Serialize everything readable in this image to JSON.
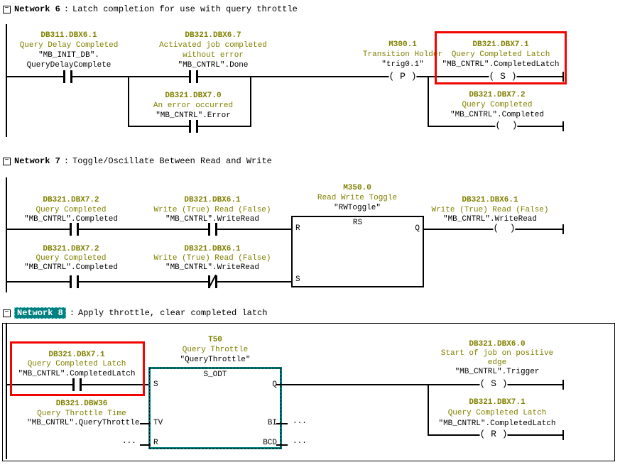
{
  "icons": {
    "collapse_minus": "−"
  },
  "colors": {
    "operand_olive": "#808000",
    "selection_teal": "#008080",
    "highlight_red": "#F20400",
    "wire_black": "#000000"
  },
  "networks": {
    "n6": {
      "header": {
        "name": "Network 6",
        "sep": ":",
        "desc": "Latch completion for use with query throttle"
      },
      "delay": {
        "addr": "DB311.DBX6.1",
        "comment": "Query Delay Completed",
        "sym1": "\"MB_INIT_DB\".",
        "sym2": "QueryDelayComplete"
      },
      "done": {
        "addr": "DB321.DBX6.7",
        "comment1": "Activated job completed",
        "comment2": "without error",
        "sym": "\"MB_CNTRL\".Done"
      },
      "error": {
        "addr": "DB321.DBX7.0",
        "comment": "An error occurred",
        "sym": "\"MB_CNTRL\".Error"
      },
      "trans": {
        "addr": "M300.1",
        "comment": "Transition Holder",
        "sym": "\"trig0.1\"",
        "coil": "( P )"
      },
      "latch": {
        "addr": "DB321.DBX7.1",
        "comment": "Query Completed Latch",
        "sym": "\"MB_CNTRL\".CompletedLatch",
        "coil": "( S )"
      },
      "completed": {
        "addr": "DB321.DBX7.2",
        "comment": "Query Completed",
        "sym": "\"MB_CNTRL\".Completed",
        "coil": "(  )"
      }
    },
    "n7": {
      "header": {
        "name": "Network 7",
        "sep": ":",
        "desc": "Toggle/Oscillate Between Read and Write"
      },
      "r1c1": {
        "addr": "DB321.DBX7.2",
        "comment": "Query Completed",
        "sym": "\"MB_CNTRL\".Completed"
      },
      "r1c2": {
        "addr": "DB321.DBX6.1",
        "comment": "Write (True) Read (False)",
        "sym": "\"MB_CNTRL\".WriteRead"
      },
      "r2c1": {
        "addr": "DB321.DBX7.2",
        "comment": "Query Completed",
        "sym": "\"MB_CNTRL\".Completed"
      },
      "r2c2": {
        "addr": "DB321.DBX6.1",
        "comment": "Write (True) Read (False)",
        "sym": "\"MB_CNTRL\".WriteRead"
      },
      "rs": {
        "addr": "M350.0",
        "comment": "Read Write Toggle",
        "sym": "\"RWToggle\"",
        "type": "RS",
        "pin_r": "R",
        "pin_s": "S",
        "pin_q": "Q"
      },
      "out": {
        "addr": "DB321.DBX6.1",
        "comment": "Write (True) Read (False)",
        "sym": "\"MB_CNTRL\".WriteRead",
        "coil": "(  )"
      }
    },
    "n8": {
      "header": {
        "name": "Network 8",
        "sep": ":",
        "desc": "Apply throttle, clear completed latch"
      },
      "latch_in": {
        "addr": "DB321.DBX7.1",
        "comment": "Query Completed Latch",
        "sym": "\"MB_CNTRL\".CompletedLatch"
      },
      "timer": {
        "addr": "T50",
        "comment": "Query Throttle",
        "sym": "\"QueryThrottle\"",
        "type": "S_ODT",
        "pin_s": "S",
        "pin_tv": "TV",
        "pin_r": "R",
        "pin_q": "Q",
        "pin_bi": "BI",
        "pin_bcd": "BCD"
      },
      "tv_in": {
        "addr": "DB321.DBW36",
        "comment": "Query Throttle Time",
        "sym": "\"MB_CNTRL\".QueryThrottle"
      },
      "r_in": {
        "value": "..."
      },
      "bi_out": {
        "value": "..."
      },
      "bcd_out": {
        "value": "..."
      },
      "trigger": {
        "addr": "DB321.DBX6.0",
        "comment1": "Start of job on positive",
        "comment2": "edge",
        "sym": "\"MB_CNTRL\".Trigger",
        "coil": "( S )"
      },
      "latch_out": {
        "addr": "DB321.DBX7.1",
        "comment": "Query Completed Latch",
        "sym": "\"MB_CNTRL\".CompletedLatch",
        "coil": "( R )"
      }
    }
  }
}
